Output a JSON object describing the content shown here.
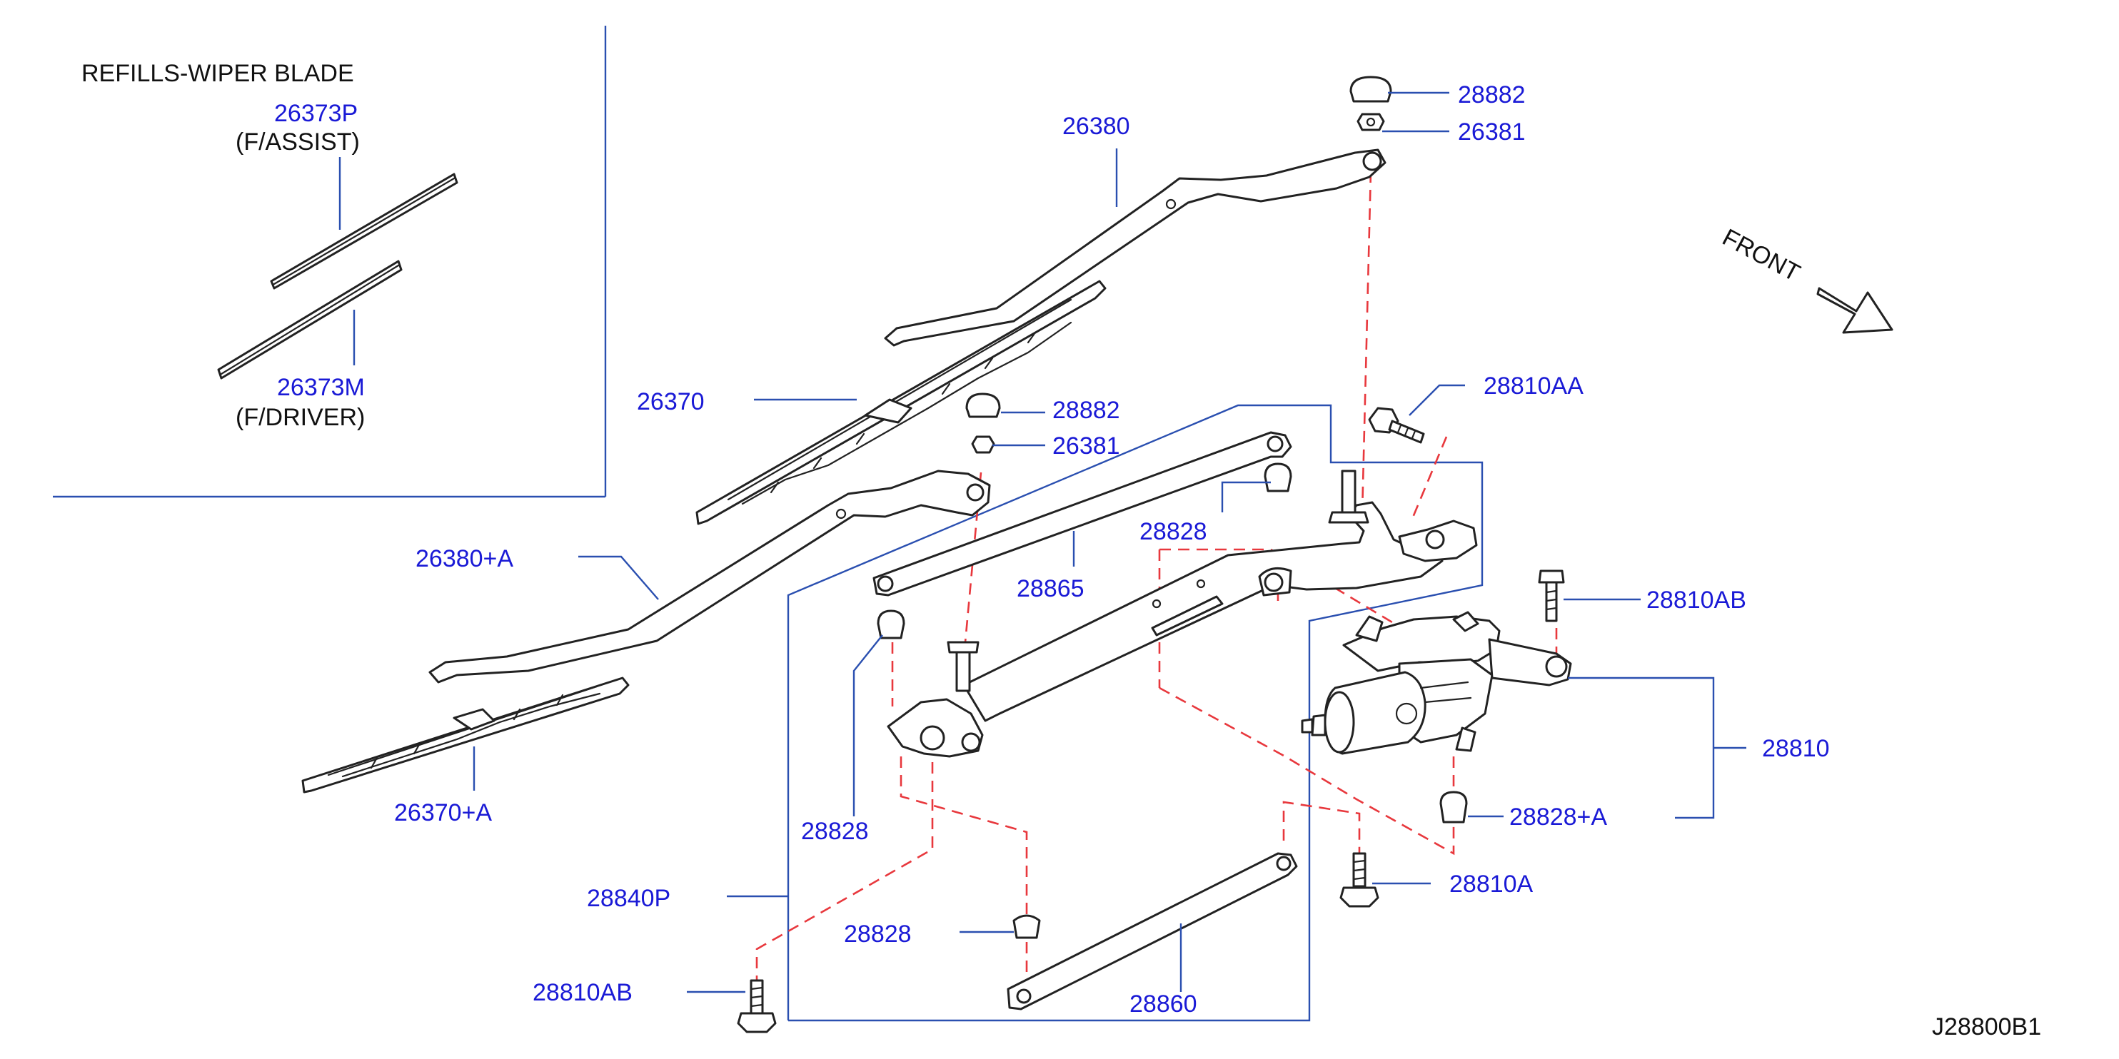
{
  "inset": {
    "title": "REFILLS-WIPER  BLADE",
    "assist_part": "26373P",
    "assist_note": "(F/ASSIST)",
    "driver_part": "26373M",
    "driver_note": "(F/DRIVER)"
  },
  "front_label": "FRONT",
  "drawing_code": "J28800B1",
  "labels": {
    "p28882_top": "28882",
    "p26381_top": "26381",
    "p26380": "26380",
    "p26370": "26370",
    "p28882_mid": "28882",
    "p26381_mid": "26381",
    "p28810AA": "28810AA",
    "p28828_upper": "28828",
    "p28865": "28865",
    "p26380A": "26380+A",
    "p28810AB_right": "28810AB",
    "p28810": "28810",
    "p28828A": "28828+A",
    "p26370A": "26370+A",
    "p28828_left": "28828",
    "p28810A": "28810A",
    "p28840P": "28840P",
    "p28828_lower": "28828",
    "p28810AB_left": "28810AB",
    "p28860": "28860"
  }
}
